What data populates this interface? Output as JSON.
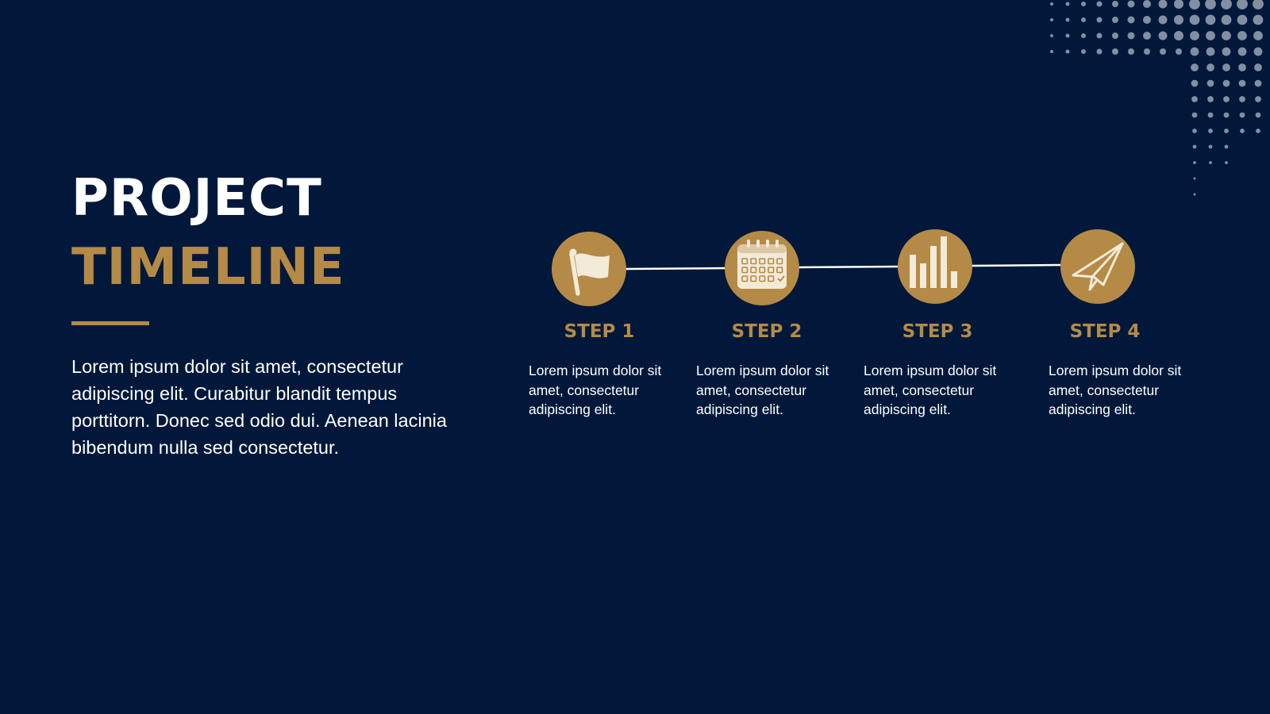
{
  "title": {
    "line1": "PROJECT",
    "line2": "TIMELINE"
  },
  "intro": "Lorem ipsum dolor sit amet, consectetur adipiscing elit. Curabitur blandit tempus porttitorn. Donec sed odio dui. Aenean lacinia bibendum nulla sed consectetur.",
  "colors": {
    "background": "#01183a",
    "accent": "#b58a47",
    "text": "#ffffff",
    "dots": "#9aa4b4"
  },
  "steps": [
    {
      "label": "STEP 1",
      "icon": "flag-icon",
      "desc": "Lorem ipsum dolor sit amet, consectetur adipiscing elit."
    },
    {
      "label": "STEP 2",
      "icon": "calendar-icon",
      "desc": "Lorem ipsum dolor sit amet, consectetur adipiscing elit."
    },
    {
      "label": "STEP 3",
      "icon": "bar-chart-icon",
      "desc": "Lorem ipsum dolor sit amet, consectetur adipiscing elit."
    },
    {
      "label": "STEP 4",
      "icon": "paper-plane-icon",
      "desc": "Lorem ipsum dolor sit amet, consectetur adipiscing elit."
    }
  ]
}
